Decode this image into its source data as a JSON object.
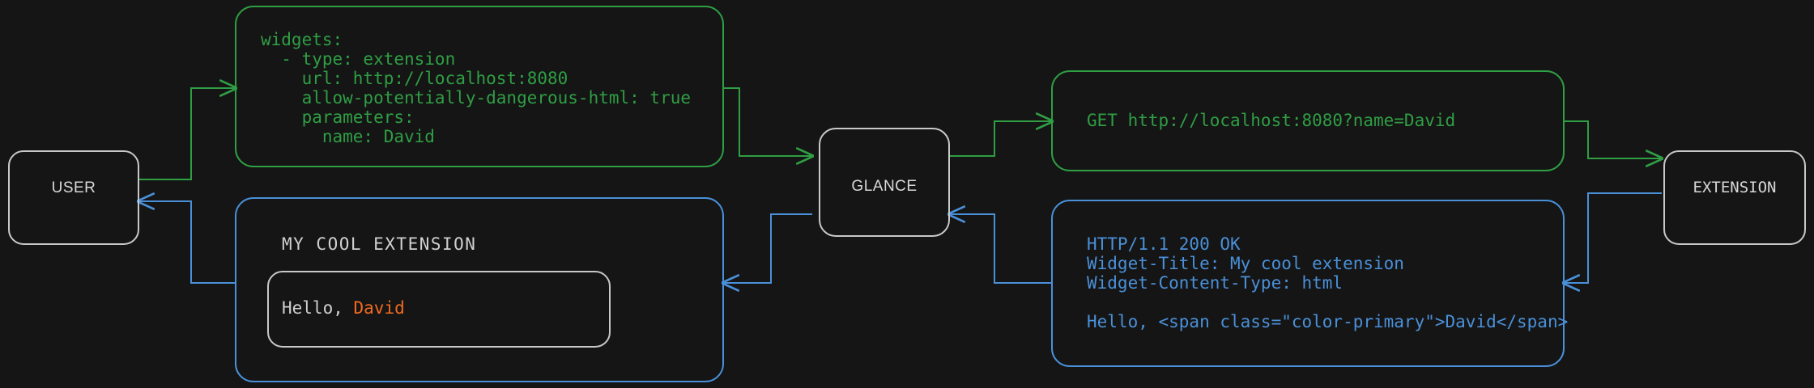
{
  "theme": {
    "background": "#151515",
    "node_border": "#c8c8c8",
    "node_text": "#d8d8d8",
    "green": "#2f9e44",
    "blue": "#4a90d9",
    "accent_orange": "#f06a21",
    "widget_text": "#d0d0d0"
  },
  "nodes": {
    "user": {
      "label": "USER"
    },
    "glance": {
      "label": "GLANCE"
    },
    "extension": {
      "label": "EXTENSION"
    }
  },
  "boxes": {
    "config_yaml": {
      "color": "#2f9e44",
      "lines": [
        "widgets:",
        "  - type: extension",
        "    url: http://localhost:8080",
        "    allow-potentially-dangerous-html: true",
        "    parameters:",
        "      name: David"
      ]
    },
    "http_request": {
      "color": "#2f9e44",
      "lines": [
        "GET http://localhost:8080?name=David"
      ]
    },
    "http_response": {
      "color": "#4a90d9",
      "lines": [
        "HTTP/1.1 200 OK",
        "Widget-Title: My cool extension",
        "Widget-Content-Type: html",
        "",
        "Hello, <span class=\"color-primary\">David</span>"
      ]
    },
    "rendered_widget": {
      "color": "#4a90d9",
      "title": "MY COOL EXTENSION",
      "body_prefix": "Hello, ",
      "body_name": "David"
    }
  },
  "edges": [
    {
      "name": "user-to-config",
      "color": "#2f9e44",
      "direction": "right"
    },
    {
      "name": "config-to-glance",
      "color": "#2f9e44",
      "direction": "right"
    },
    {
      "name": "glance-to-request",
      "color": "#2f9e44",
      "direction": "right"
    },
    {
      "name": "request-to-extension",
      "color": "#2f9e44",
      "direction": "right"
    },
    {
      "name": "extension-to-response",
      "color": "#4a90d9",
      "direction": "left"
    },
    {
      "name": "response-to-glance",
      "color": "#4a90d9",
      "direction": "left"
    },
    {
      "name": "glance-to-widget",
      "color": "#4a90d9",
      "direction": "left"
    },
    {
      "name": "widget-to-user",
      "color": "#4a90d9",
      "direction": "left"
    }
  ]
}
